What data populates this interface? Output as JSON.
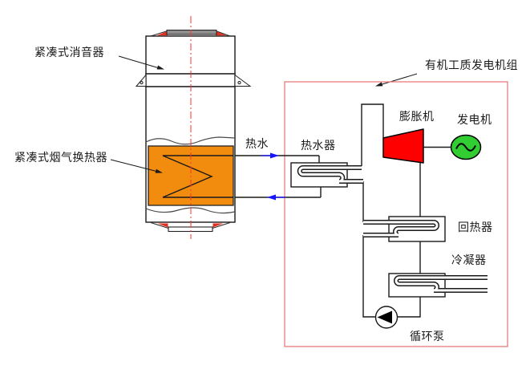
{
  "diagram": {
    "stack": {
      "silencer_label": "紧凑式消音器",
      "flue_gas_hx_label": "紧凑式烟气换热器"
    },
    "hot_water_loop": {
      "hot_water_label": "热水",
      "water_heater_label": "热水器"
    },
    "orc_unit": {
      "boundary_label": "有机工质发电机组",
      "expander_label": "膨胀机",
      "generator_label": "发电机",
      "regenerator_label": "回热器",
      "condenser_label": "冷凝器",
      "pump_label": "循环泵"
    },
    "colors": {
      "flue_gas_hx_fill": "#F28C0F",
      "orc_boundary_stroke": "#E87C7C",
      "expander_fill": "#FF0000",
      "generator_fill": "#32CD32",
      "flow_arrow_blue": "#1515FF",
      "centerline_red": "#FF3333",
      "line_color": "#1A1A1A"
    }
  }
}
